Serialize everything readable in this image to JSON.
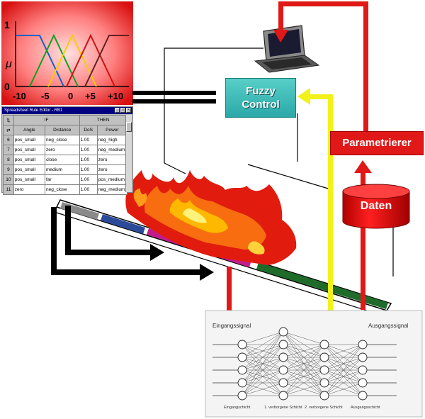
{
  "membership_chart": {
    "ylabel": "μ",
    "y_top_label": "1",
    "y_bottom_label": "0",
    "xticks": [
      "-10",
      "-5",
      "0",
      "+5",
      "+10"
    ]
  },
  "rule_editor": {
    "title": "Spreadsheet Rule Editor - RB1",
    "if_label": "IF",
    "then_label": "THEN",
    "columns": [
      "Angle",
      "Distance",
      "DoS",
      "Power"
    ],
    "rows": [
      {
        "num": "6",
        "angle": "pos_small",
        "distance": "neg_close",
        "dos": "1.00",
        "power": "neg_high"
      },
      {
        "num": "7",
        "angle": "pos_small",
        "distance": "zero",
        "dos": "1.00",
        "power": "neg_medium"
      },
      {
        "num": "8",
        "angle": "pos_small",
        "distance": "close",
        "dos": "1.00",
        "power": "zero"
      },
      {
        "num": "9",
        "angle": "pos_small",
        "distance": "medium",
        "dos": "1.00",
        "power": "zero"
      },
      {
        "num": "10",
        "angle": "pos_small",
        "distance": "far",
        "dos": "1.00",
        "power": "pos_medium"
      },
      {
        "num": "11",
        "angle": "zero",
        "distance": "neg_close",
        "dos": "1.00",
        "power": "neg_medium"
      }
    ]
  },
  "fuzzy_control": {
    "line1": "Fuzzy",
    "line2": "Control"
  },
  "parametrierer": {
    "label": "Parametrierer"
  },
  "daten": {
    "label": "Daten"
  },
  "neural_net": {
    "input_label": "Eingangssignal",
    "output_label": "Ausgangssignal",
    "layer_labels": [
      "Eingangschicht",
      "1. verborgene Schicht",
      "2. verborgene Schicht",
      "Ausgangsschicht"
    ]
  },
  "colors": {
    "red_arrow": "#e01818",
    "yellow_arrow": "#f2f21a",
    "fuzzy_box": "#2aa8a8",
    "track_segments": [
      "#8a8a8a",
      "#2b4a9a",
      "#c21c8c",
      "#1f6b2a"
    ]
  }
}
